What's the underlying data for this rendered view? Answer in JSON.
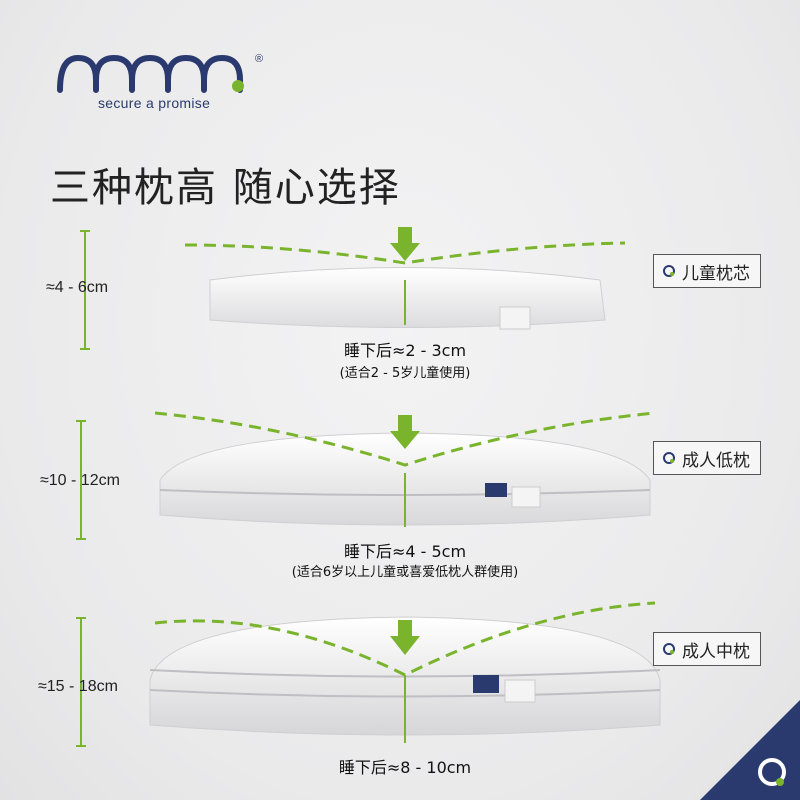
{
  "brand": {
    "name": "omme",
    "tagline": "secure a promise",
    "registered": "®",
    "color": "#2a3a6e",
    "accent": "#7ab42d"
  },
  "headline": "三种枕高 随心选择",
  "rows": [
    {
      "height": "≈4 - 6cm",
      "after": "睡下后≈2 - 3cm",
      "note": "(适合2 - 5岁儿童使用)",
      "tag": "儿童枕芯"
    },
    {
      "height": "≈10 - 12cm",
      "after": "睡下后≈4 - 5cm",
      "note": "(适合6岁以上儿童或喜爱低枕人群使用)",
      "tag": "成人低枕"
    },
    {
      "height": "≈15 - 18cm",
      "after": "睡下后≈8 - 10cm",
      "note": "",
      "tag": "成人中枕"
    }
  ],
  "icons": {
    "arrow": "down-arrow-icon",
    "tag": "brand-mark-icon",
    "corner": "brand-mark-icon"
  }
}
